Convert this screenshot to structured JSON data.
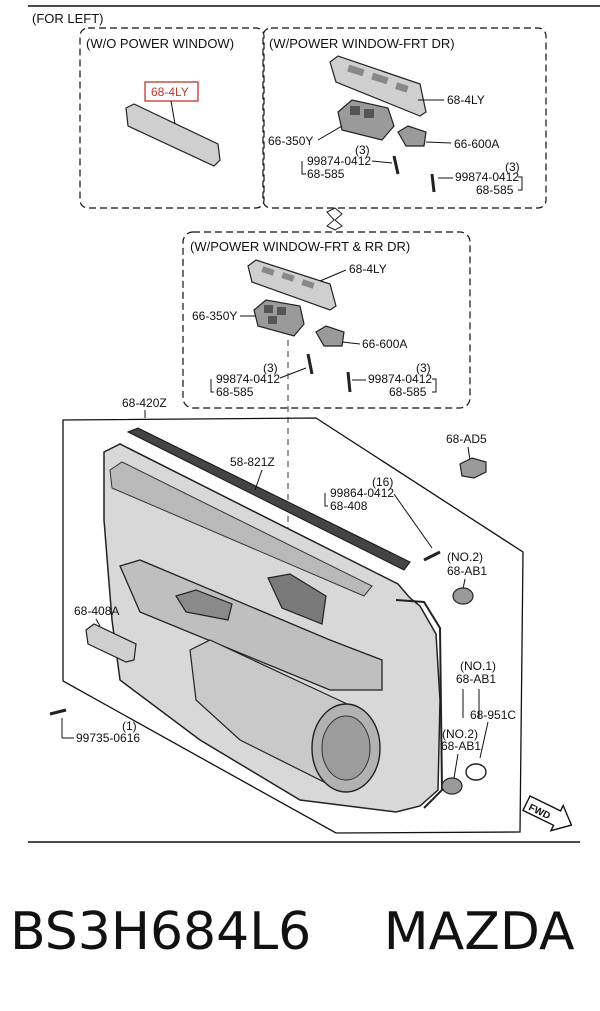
{
  "diagram": {
    "side_label": "(FOR LEFT)",
    "section_wo_power": "(W/O POWER WINDOW)",
    "section_power_frt": "(W/POWER WINDOW-FRT DR)",
    "section_power_frt_rr": "(W/POWER WINDOW-FRT & RR DR)",
    "highlight_color": "#c0392b",
    "labels": {
      "trim_68_4ly_highlight": "68-4LY",
      "trim_68_4ly_a": "68-4LY",
      "switch_66_350y_a": "66-350Y",
      "switch_66_600a_a": "66-600A",
      "qty_a1": "(3)",
      "screw_99874_a1": "99874-0412",
      "screw_68_585_a1": "68-585",
      "qty_a2": "(3)",
      "screw_99874_a2": "99874-0412",
      "screw_68_585_a2": "68-585",
      "trim_68_4ly_b": "68-4LY",
      "switch_66_350y_b": "66-350Y",
      "switch_66_600a_b": "66-600A",
      "qty_b1": "(3)",
      "screw_99874_b1": "99874-0412",
      "screw_68_585_b1": "68-585",
      "qty_b2": "(3)",
      "screw_99874_b2": "99874-0412",
      "screw_68_585_b2": "68-585",
      "panel_68_420z": "68-420Z",
      "weatherstrip_58_821z": "58-821Z",
      "clip_68_ad5": "68-AD5",
      "qty_16": "(16)",
      "screw_99864": "99864-0412",
      "screw_68_408": "68-408",
      "no2_a": "(NO.2)",
      "clip_68_ab1_a": "68-AB1",
      "pad_68_408a": "68-408A",
      "no1": "(NO.1)",
      "clip_68_ab1_b": "68-AB1",
      "seal_68_951c": "68-951C",
      "no2_b": "(NO.2)",
      "clip_68_ab1_c": "68-AB1",
      "qty_1": "(1)",
      "screw_99735": "99735-0616",
      "fwd": "FWD"
    }
  },
  "caption": {
    "part_number": "BS3H684L6",
    "brand": "MAZDA"
  }
}
